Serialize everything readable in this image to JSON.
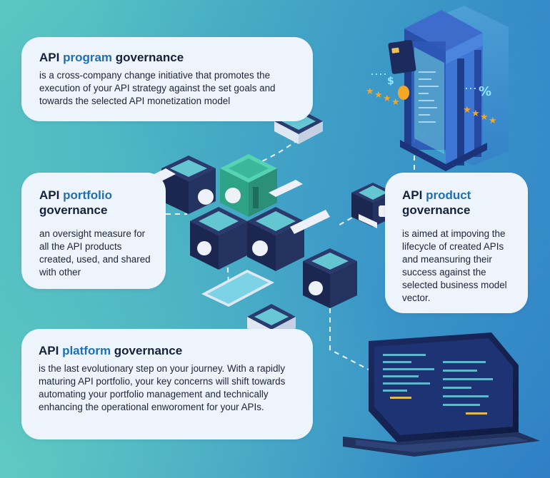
{
  "cards": {
    "program": {
      "title_pre": "API ",
      "title_highlight": "program",
      "title_post": " governance",
      "body": "is a cross-company change initiative that promotes the execution of your API strategy against the set goals and towards the selected API monetization model"
    },
    "portfolio": {
      "title_pre": "API ",
      "title_highlight": "portfolio",
      "title_line2": "governance",
      "body": "an oversight measure for all the API products created, used, and shared with  other"
    },
    "product": {
      "title_pre": "API ",
      "title_highlight": "product",
      "title_line2": "governance",
      "body": "is aimed at impoving the lifecycle of created APIs and meansuring their success against the selected business model vector."
    },
    "platform": {
      "title_pre": "API ",
      "title_highlight": "platform",
      "title_post": " governance",
      "body": "is the last evolutionary step on your journey. With a rapidly maturing API portfolio, your key concerns will shift towards automating your portfolio management and technically enhancing the operational enworoment for your APIs."
    }
  },
  "illustration": {
    "bank_icons": {
      "dollar": "$",
      "percent": "%"
    },
    "colors": {
      "cube_dark": "#1d2a55",
      "cube_top": "#5ec6cf",
      "cube_green": "#3fbfa3",
      "dashed_line": "#ffffff",
      "star": "#f5a623"
    }
  }
}
